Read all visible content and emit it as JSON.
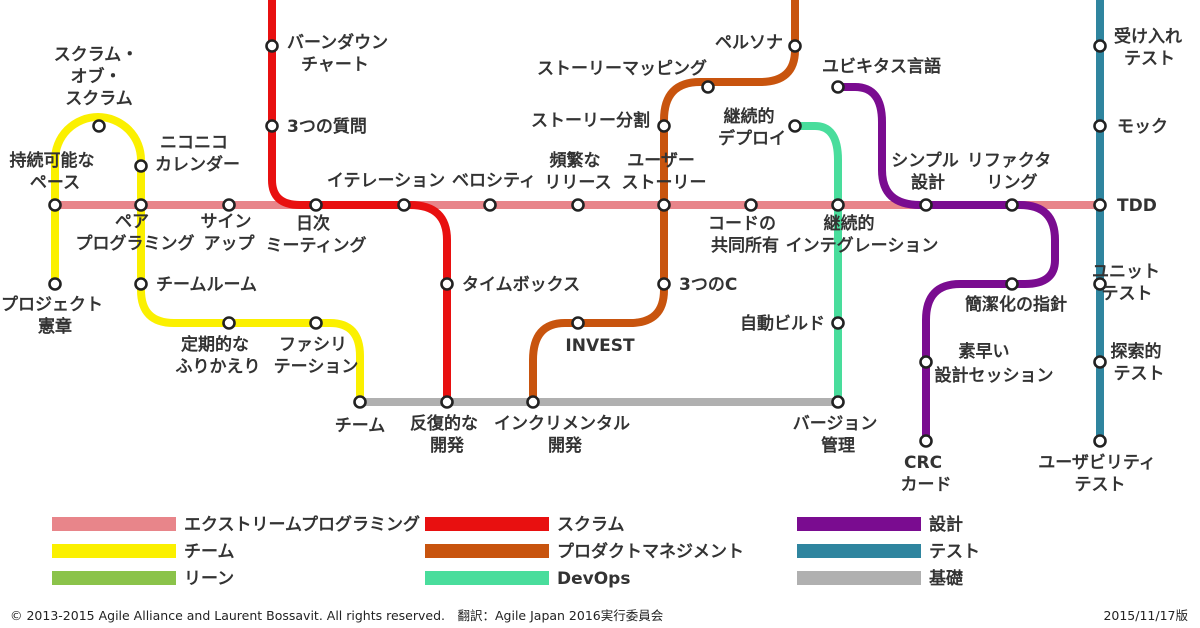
{
  "lines": {
    "xp": {
      "color": "#e8858a"
    },
    "scrum": {
      "color": "#e81010"
    },
    "team": {
      "color": "#fbf000"
    },
    "product": {
      "color": "#c8540e"
    },
    "lean": {
      "color": "#8bc34a"
    },
    "devops": {
      "color": "#49dd9c"
    },
    "design": {
      "color": "#7a0c90"
    },
    "test": {
      "color": "#2f859f"
    },
    "base": {
      "color": "#b0b0b0"
    }
  },
  "stations": {
    "burndown": [
      "バーンダウン",
      "チャート"
    ],
    "three_q": [
      "3つの質問"
    ],
    "daily": [
      "日次",
      "ミーティング"
    ],
    "iteration": [
      "イテレーション"
    ],
    "velocity": [
      "ベロシティ"
    ],
    "freq_release": [
      "頻繁な",
      "リリース"
    ],
    "user_story": [
      "ユーザー",
      "ストーリー"
    ],
    "story_map": [
      "ストーリーマッピング"
    ],
    "story_split": [
      "ストーリー分割"
    ],
    "persona": [
      "ペルソナ"
    ],
    "cd": [
      "継続的",
      "デプロイ"
    ],
    "ubiquitous": [
      "ユビキタス言語"
    ],
    "simple_design": [
      "シンプル",
      "設計"
    ],
    "refactoring": [
      "リファクタ",
      "リング"
    ],
    "tdd": [
      "TDD"
    ],
    "acceptance": [
      "受け入れ",
      "テスト"
    ],
    "mock": [
      "モック"
    ],
    "sustainable": [
      "持続可能な",
      "ペース"
    ],
    "scrum_of_scrums": [
      "スクラム・",
      "オブ・",
      "スクラム"
    ],
    "niko": [
      "ニコニコ",
      "カレンダー"
    ],
    "pair": [
      "ペア",
      "プログラミング"
    ],
    "sign_up": [
      "サイン",
      "アップ"
    ],
    "team_room": [
      "チームルーム"
    ],
    "charter": [
      "プロジェクト",
      "憲章"
    ],
    "retro": [
      "定期的な",
      "ふりかえり"
    ],
    "facilitation": [
      "ファシリ",
      "テーション"
    ],
    "team": [
      "チーム"
    ],
    "timebox": [
      "タイムボックス"
    ],
    "iterative": [
      "反復的な",
      "開発"
    ],
    "incremental": [
      "インクリメンタル",
      "開発"
    ],
    "invest": [
      "INVEST"
    ],
    "three_c": [
      "3つのC"
    ],
    "collective": [
      "コードの",
      "共同所有"
    ],
    "ci": [
      "継続的",
      "インテグレーション"
    ],
    "auto_build": [
      "自動ビルド"
    ],
    "version": [
      "バージョン",
      "管理"
    ],
    "simplicity": [
      "簡潔化の指針"
    ],
    "quick_design": [
      "素早い",
      "設計セッション"
    ],
    "crc": [
      "CRC",
      "カード"
    ],
    "unit_test": [
      "ユニット",
      "テスト"
    ],
    "exploratory": [
      "探索的",
      "テスト"
    ],
    "usability": [
      "ユーザビリティ",
      "テスト"
    ]
  },
  "legend": [
    {
      "key": "xp",
      "label": "エクストリームプログラミング"
    },
    {
      "key": "scrum",
      "label": "スクラム"
    },
    {
      "key": "design",
      "label": "設計"
    },
    {
      "key": "team",
      "label": "チーム"
    },
    {
      "key": "product",
      "label": "プロダクトマネジメント"
    },
    {
      "key": "test",
      "label": "テスト"
    },
    {
      "key": "lean",
      "label": "リーン"
    },
    {
      "key": "devops",
      "label": "DevOps"
    },
    {
      "key": "base",
      "label": "基礎"
    }
  ],
  "footer": {
    "copyright": "© 2013-2015 Agile Alliance and Laurent Bossavit. All rights reserved.　翻訳：Agile Japan 2016実行委員会",
    "edition": "2015/11/17版"
  }
}
